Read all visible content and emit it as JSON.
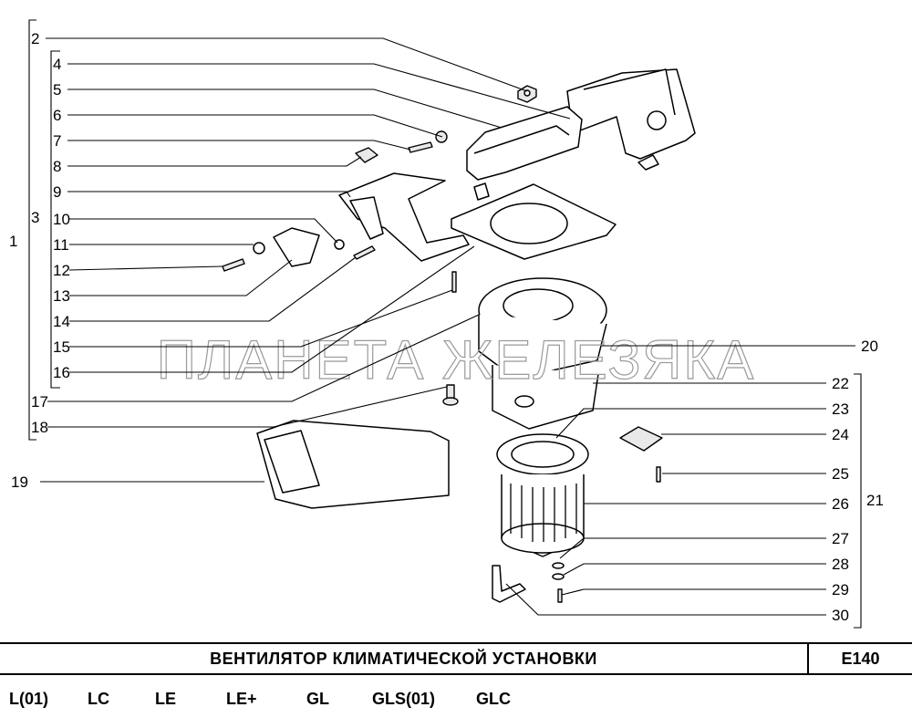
{
  "diagram": {
    "callouts": [
      "2",
      "4",
      "5",
      "6",
      "7",
      "8",
      "9",
      "10",
      "11",
      "12",
      "13",
      "14",
      "15",
      "16",
      "17",
      "18",
      "19",
      "20",
      "22",
      "23",
      "24",
      "25",
      "26",
      "27",
      "28",
      "29",
      "30"
    ],
    "group_labels": [
      "1",
      "3",
      "21"
    ],
    "watermark": "ПЛАНЕТА ЖЕЛЕЗЯКА"
  },
  "title_bar": {
    "title": "ВЕНТИЛЯТОР КЛИМАТИЧЕСКОЙ УСТАНОВКИ",
    "code": "E140"
  },
  "variants": [
    "L(01)",
    "LC",
    "LE",
    "LE+",
    "GL",
    "GLS(01)",
    "GLC"
  ]
}
